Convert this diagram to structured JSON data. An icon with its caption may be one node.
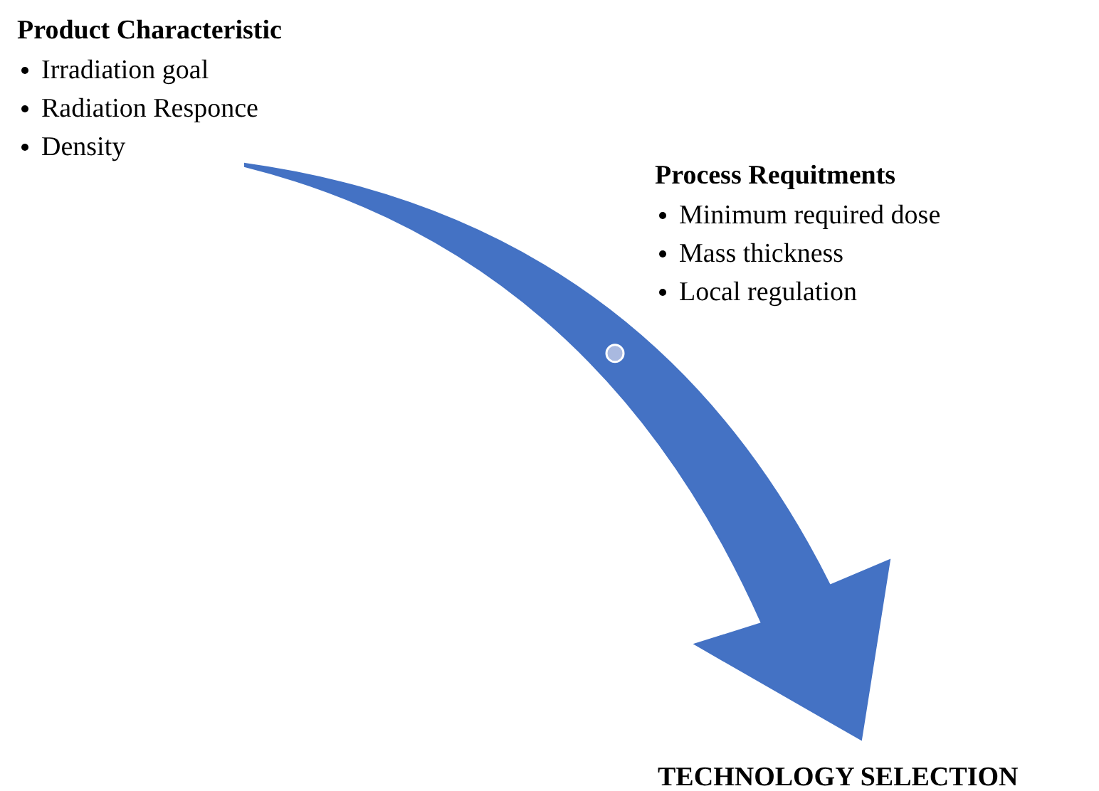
{
  "diagram": {
    "nodes": [
      {
        "text": [
          "Product Characteristic",
          "Irradiation goal",
          "Radiation Responce",
          "Density"
        ]
      },
      {
        "text": [
          "Process Requitments",
          "Minimum required dose",
          "Mass thickness",
          "Local regulation"
        ]
      },
      {
        "text": [
          "TECHNOLOGY SELECTION"
        ]
      }
    ],
    "edges": [
      {
        "from": 0,
        "to": 2,
        "arrow": "to",
        "style": "thick",
        "color": "#4472c4"
      }
    ]
  }
}
